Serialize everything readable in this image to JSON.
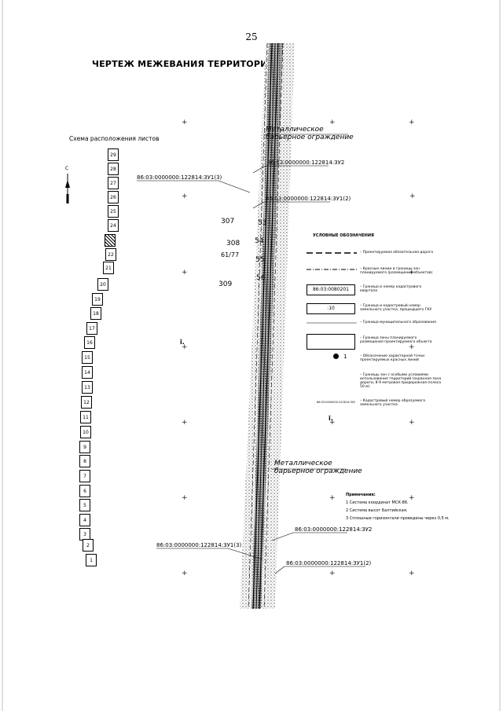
{
  "page_number": "25",
  "title": "ЧЕРТЕЖ МЕЖЕВАНИЯ ТЕРРИТОРИИ",
  "scheme": {
    "title": "Схема расположения листов",
    "north_label": "С",
    "current_sheet": "23",
    "sheets": [
      "29",
      "28",
      "27",
      "26",
      "25",
      "24",
      "23",
      "22",
      "21",
      "20",
      "19",
      "18",
      "17",
      "16",
      "15",
      "14",
      "13",
      "12",
      "11",
      "10",
      "9",
      "8",
      "7",
      "6",
      "5",
      "4",
      "3",
      "2",
      "1"
    ]
  },
  "drawing": {
    "fence_top": [
      "Металлическое",
      "барьерное ограждение"
    ],
    "fence_bottom": [
      "Металлическое",
      "барьерное ограждение"
    ],
    "parcels_top": [
      "86:03:0000000:122814:ЗУ2",
      "86:03:0000000:122814:ЗУ1(3)",
      "86:03:0000000:122814:ЗУ1(2)"
    ],
    "parcels_bottom": [
      "86:03:0000000:122814:ЗУ2",
      "86:03:0000000:122814:ЗУ1(3)",
      "86:03:0000000:122814:ЗУ1(2)"
    ],
    "points_left": [
      "307",
      "308",
      "309"
    ],
    "points_right": [
      "53",
      "54",
      "55",
      "56"
    ],
    "other_labels": [
      "61/77"
    ]
  },
  "legend": {
    "title": "УСЛОВНЫЕ ОБОЗНАЧЕНИЯ",
    "items": [
      {
        "symbol": "dash",
        "text": "– Проектируемая обязательная дорога"
      },
      {
        "symbol": "dashdot",
        "text": "– Красные линии и границы зон планируемого (размещения объектов)"
      },
      {
        "symbol": "box-code",
        "code": "86:03:0080201",
        "text": "– Граница и номер кадастрового квартала"
      },
      {
        "symbol": "box-code",
        "code": ":10",
        "text": "– Граница и кадастровый номер земельного участка, прошедшего ГКУ"
      },
      {
        "symbol": "line",
        "text": "– Граница муниципального образования"
      },
      {
        "symbol": "rect",
        "text": "– Граница зоны планируемого размещения проектируемого объекта"
      },
      {
        "symbol": "dot",
        "code": "1",
        "text": "– Обозначение характерной точки проектируемых красных линий"
      },
      {
        "symbol": "none",
        "text": "– Границы зон с особыми условиями использования территорий (охранная зона дороги, 8-9 метровая придорожная полоса 50 м)"
      },
      {
        "symbol": "code",
        "code": "86:03:0000000:122814:ЗУ2",
        "text": "– Кадастровый номер образуемого земельного участка"
      }
    ]
  },
  "notes": {
    "title": "Примечания:",
    "items": [
      "1 Система координат МСК-86.",
      "2 Система высот Балтийская.",
      "3 Сплошные горизонтали проведены через 0,5 м."
    ]
  }
}
